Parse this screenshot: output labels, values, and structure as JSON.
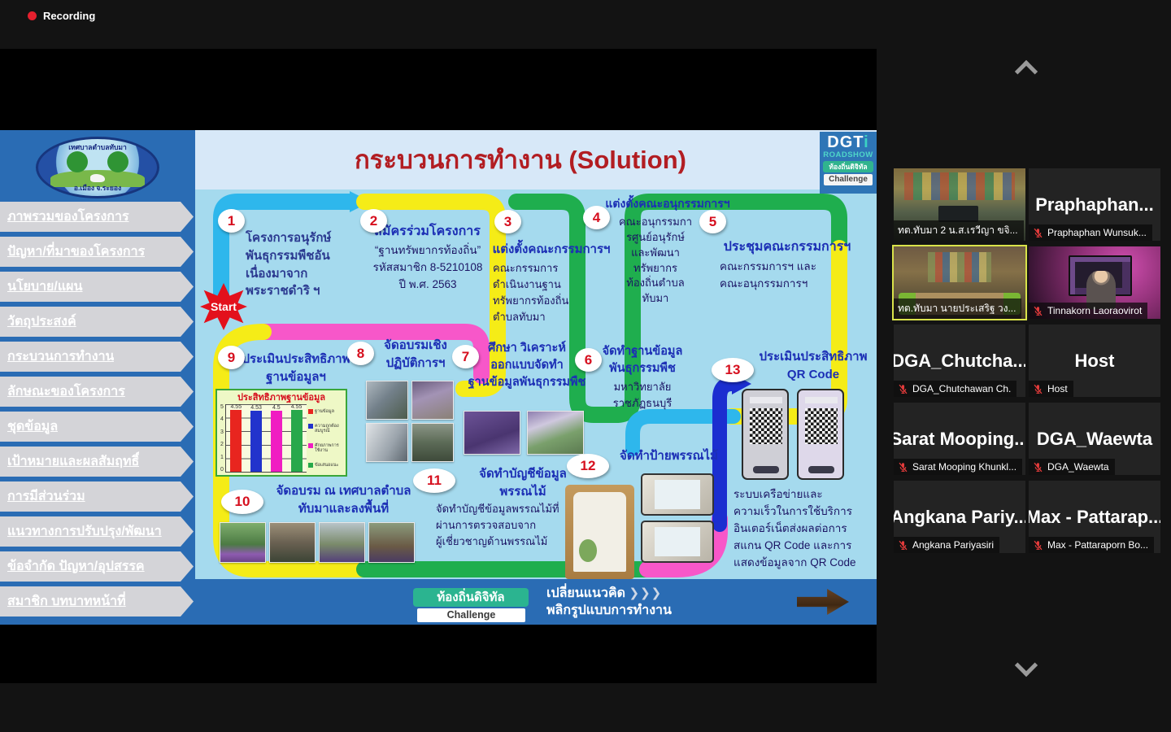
{
  "ui": {
    "recording_label": "Recording"
  },
  "slide": {
    "title": "กระบวนการทำงาน (Solution)",
    "dgti": {
      "line1": "DGT",
      "line1_i": "i",
      "line2": "ROADSHOW",
      "badge_green": "ท้องถิ่นดิจิทัล",
      "badge_white": "Challenge"
    },
    "sidebar": {
      "logo_top": "เทศบาลตำบลทับมา",
      "logo_bottom": "อ.เมือง จ.ระยอง",
      "items": [
        {
          "label": "ภาพรวมของโครงการ"
        },
        {
          "label": "ปัญหา/ที่มาของโครงการ"
        },
        {
          "label": "นโยบาย/แผน"
        },
        {
          "label": "วัตถุประสงค์"
        },
        {
          "label": "กระบวนการทำงาน"
        },
        {
          "label": "ลักษณะของโครงการ"
        },
        {
          "label": "ชุดข้อมูล"
        },
        {
          "label": "เป้าหมายและผลสัมฤทธิ์"
        },
        {
          "label": "การมีส่วนร่วม"
        },
        {
          "label": "แนวทางการปรับปรุง/พัฒนา"
        },
        {
          "label": "ข้อจำกัด ปัญหา/อุปสรรค"
        },
        {
          "label": "สมาชิก บทบาทหน้าที่"
        }
      ]
    },
    "start_label": "Start",
    "steps": [
      {
        "num": "1",
        "body": "โครงการอนุรักษ์\nพันธุกรรมพืชอัน\nเนื่องมาจาก\nพระราชดำริ ฯ"
      },
      {
        "num": "2",
        "title": "สมัครร่วมโครงการ",
        "body": "“ฐานทรัพยากรท้องถิ่น”\nรหัสสมาชิก 8-5210108\nปี พ.ศ. 2563"
      },
      {
        "num": "3",
        "title": "แต่งตั้งคณะกรรมการฯ",
        "body": "คณะกรรมการ\nดำเนินงานฐาน\nทรัพยากรท้องถิ่น\nตำบลทับมา"
      },
      {
        "num": "4",
        "title": "แต่งตั้งคณะอนุกรรมการฯ",
        "body": "คณะอนุกรรมกา\nรศูนย์อนุรักษ์\nและพัฒนา\nทรัพยากร\nท้องถิ่นตำบล\nทับมา"
      },
      {
        "num": "5",
        "title": "ประชุมคณะกรรมการฯ",
        "body": "คณะกรรมการฯ และ\nคณะอนุกรรมการฯ"
      },
      {
        "num": "6",
        "title": "จัดทำฐานข้อมูล\nพันธุกรรมพืช",
        "body": "มหาวิทยาลัย\nราชภัฏธนบุรี"
      },
      {
        "num": "7",
        "title": "ศึกษา วิเคราะห์\nออกแบบจัดทำ\nฐานข้อมูลพันธุกรรมพืช"
      },
      {
        "num": "8",
        "title": "จัดอบรมเชิง\nปฏิบัติการฯ"
      },
      {
        "num": "9",
        "title": "ประเมินประสิทธิภาพ\nฐานข้อมูลฯ"
      },
      {
        "num": "10",
        "title": "จัดอบรม ณ เทศบาลตำบล\nทับมาและลงพื้นที่"
      },
      {
        "num": "11",
        "title": "จัดทำบัญชีข้อมูล\nพรรณไม้",
        "body": "จัดทำบัญชีข้อมูลพรรณไม้ที่\nผ่านการตรวจสอบจาก\nผู้เชี่ยวชาญด้านพรรณไม้"
      },
      {
        "num": "12",
        "title": "จัดทำป้ายพรรณไม้"
      },
      {
        "num": "13",
        "title": "ประเมินประสิทธิภาพ\nQR Code",
        "body": "ระบบเครือข่ายและ\nความเร็วในการใช้บริการ\nอินเตอร์เน็ตส่งผลต่อการ\nสแกน QR Code และการ\nแสดงข้อมูลจาก QR Code"
      }
    ],
    "footer": {
      "badge_green": "ท้องถิ่นดิจิทัล",
      "badge_white": "Challenge",
      "line1": "เปลี่ยนแนวคิด",
      "chevrons": "❯❯❯",
      "line2": "พลิกรูปแบบการทำงาน"
    }
  },
  "chart_data": {
    "type": "bar",
    "title": "ประสิทธิภาพฐานข้อมูล",
    "categories": [
      "ฐานข้อมูล",
      "ความถูกต้องสมบูรณ์",
      "ศักยภาพการใช้งาน",
      "ข้อเสนอแนะ"
    ],
    "values": [
      4.55,
      4.53,
      4.5,
      4.55
    ],
    "value_labels": [
      "4.55",
      "4.53",
      "4.5",
      "4.55"
    ],
    "bar_colors": [
      "#e8251f",
      "#2233cc",
      "#f01dc2",
      "#28a84b"
    ],
    "ylim": [
      0,
      5
    ],
    "yticks": [
      0,
      1,
      2,
      3,
      4,
      5
    ],
    "xlabel": "",
    "ylabel": "",
    "grid": true,
    "legend_position": "right"
  },
  "participants": {
    "tiles": [
      {
        "type": "video",
        "variant": "room1",
        "label": "ทต.ทับมา 2  น.ส.เรวีญา  ขจิ...",
        "muted": false,
        "highlighted": false
      },
      {
        "type": "name",
        "name_display": "Praphaphan...",
        "label": "Praphaphan Wunsuk...",
        "muted": true,
        "highlighted": false
      },
      {
        "type": "video",
        "variant": "room2",
        "label": "ทต.ทับมา  นายประเสริฐ  วง...",
        "muted": false,
        "highlighted": true
      },
      {
        "type": "video",
        "variant": "magenta",
        "label": "Tinnakorn Laoraovirot",
        "muted": true,
        "highlighted": false
      },
      {
        "type": "name",
        "name_display": "DGA_Chutcha...",
        "label": "DGA_Chutchawan Ch.",
        "muted": true,
        "highlighted": false
      },
      {
        "type": "name",
        "name_display": "Host",
        "label": "Host",
        "muted": true,
        "highlighted": false
      },
      {
        "type": "name",
        "name_display": "Sarat Mooping...",
        "label": "Sarat Mooping Khunkl...",
        "muted": true,
        "highlighted": false
      },
      {
        "type": "name",
        "name_display": "DGA_Waewta",
        "label": "DGA_Waewta",
        "muted": true,
        "highlighted": false
      },
      {
        "type": "name",
        "name_display": "Angkana Pariy...",
        "label": "Angkana Pariyasiri",
        "muted": true,
        "highlighted": false
      },
      {
        "type": "name",
        "name_display": "Max - Pattarap...",
        "label": "Max - Pattaraporn Bo...",
        "muted": true,
        "highlighted": false
      }
    ]
  }
}
